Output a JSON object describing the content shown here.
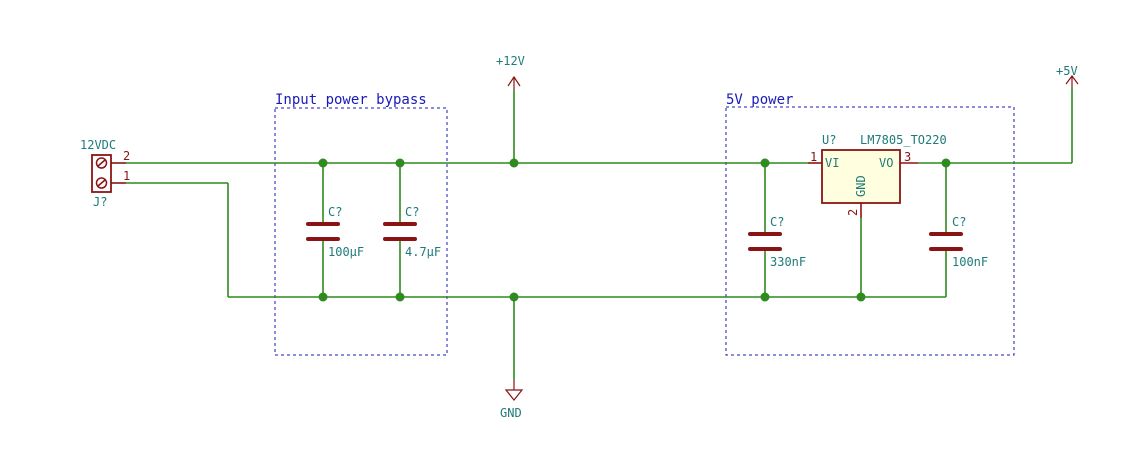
{
  "groups": {
    "input_bypass": "Input power bypass",
    "five_v_power": "5V power"
  },
  "connector": {
    "value": "12VDC",
    "ref": "J?",
    "pin_top": "2",
    "pin_bottom": "1"
  },
  "power": {
    "v12": "+12V",
    "v5": "+5V",
    "gnd": "GND"
  },
  "capacitors": [
    {
      "ref": "C?",
      "value": "100µF"
    },
    {
      "ref": "C?",
      "value": "4.7µF"
    },
    {
      "ref": "C?",
      "value": "330nF"
    },
    {
      "ref": "C?",
      "value": "100nF"
    }
  ],
  "regulator": {
    "ref": "U?",
    "value": "LM7805_TO220",
    "pin_vi": "VI",
    "pin_vo": "VO",
    "pin_gnd": "GND",
    "pin1": "1",
    "pin2": "2",
    "pin3": "3"
  },
  "colors": {
    "wire": "#2f8a1f",
    "component": "#8a1414",
    "text": "#1f7a7a",
    "group": "#1a1ab8"
  }
}
